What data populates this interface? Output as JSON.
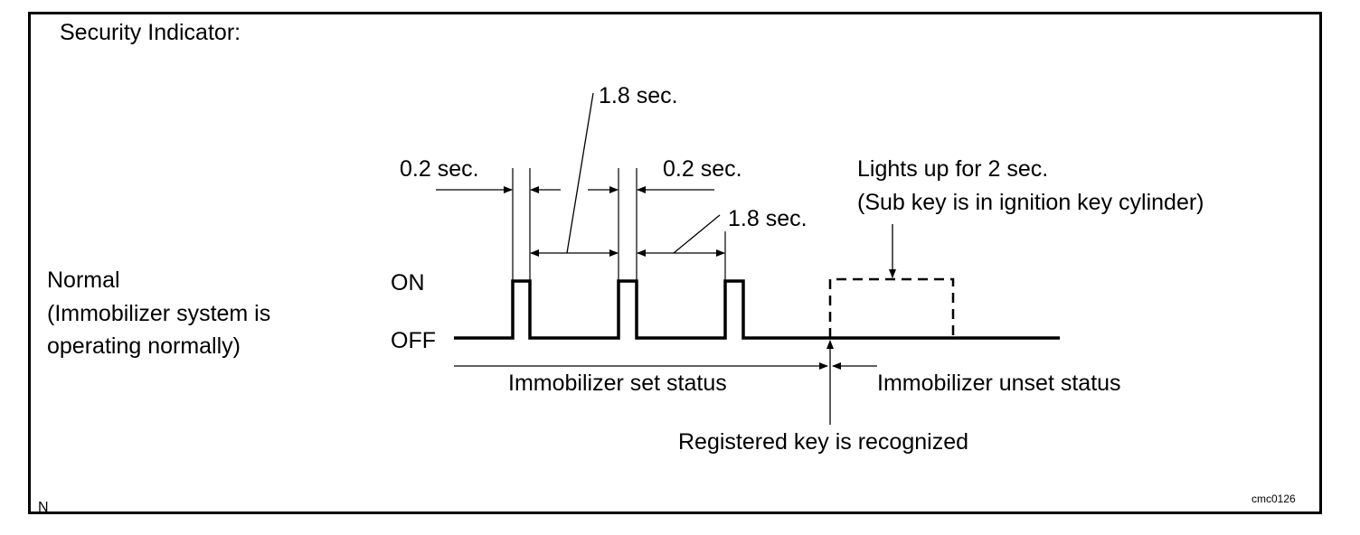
{
  "title": "Security Indicator:",
  "mode": {
    "line1": "Normal",
    "line2": "(Immobilizer system is",
    "line3": "operating normally)"
  },
  "levels": {
    "on": "ON",
    "off": "OFF"
  },
  "timing": {
    "pulse_width_left": "0.2 sec.",
    "pulse_width_right": "0.2 sec.",
    "interval_top": "1.8 sec.",
    "interval_right": "1.8 sec."
  },
  "lights_up": {
    "line1": "Lights up for 2 sec.",
    "line2": "(Sub key is in ignition key cylinder)"
  },
  "status": {
    "set": "Immobilizer set status",
    "unset": "Immobilizer unset status"
  },
  "recognized": "Registered key is recognized",
  "corner_left": "N",
  "figure_code": "cmc0126"
}
